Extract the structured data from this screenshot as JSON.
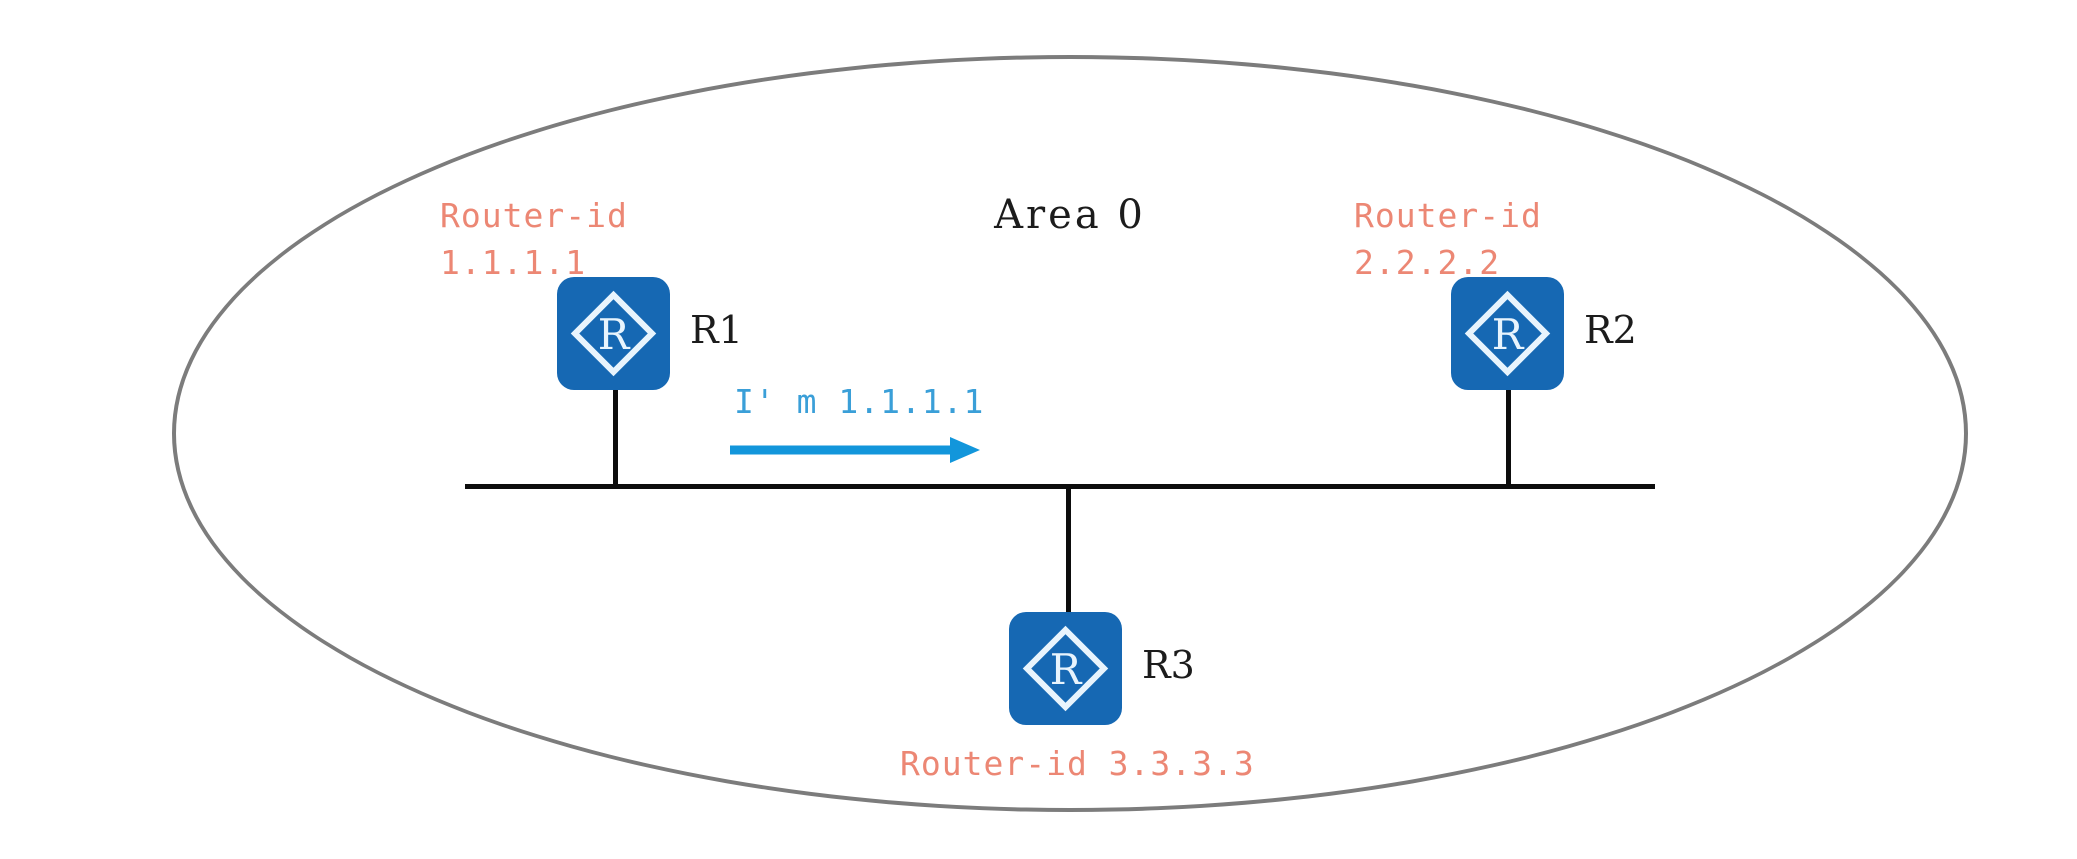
{
  "diagram": {
    "title_label": "Area 0",
    "area_boundary": {
      "shape": "ellipse",
      "stroke_color": "#7c7c7c"
    },
    "colors": {
      "router_blue": "#1668b3",
      "router_id_salmon": "#ec8774",
      "message_blue": "#3a9fd8",
      "link_black": "#0d0d0d",
      "ellipse_gray": "#7c7c7c"
    },
    "routers": [
      {
        "name": "R1",
        "router_id_line1": "Router-id",
        "router_id_line2": "1.1.1.1",
        "icon": "router-icon"
      },
      {
        "name": "R2",
        "router_id_line1": "Router-id",
        "router_id_line2": "2.2.2.2",
        "icon": "router-icon"
      },
      {
        "name": "R3",
        "router_id_line1": "Router-id 3.3.3.3",
        "router_id_line2": "",
        "icon": "router-icon"
      }
    ],
    "message": {
      "text": "I' m 1.1.1.1",
      "direction": "right"
    }
  }
}
